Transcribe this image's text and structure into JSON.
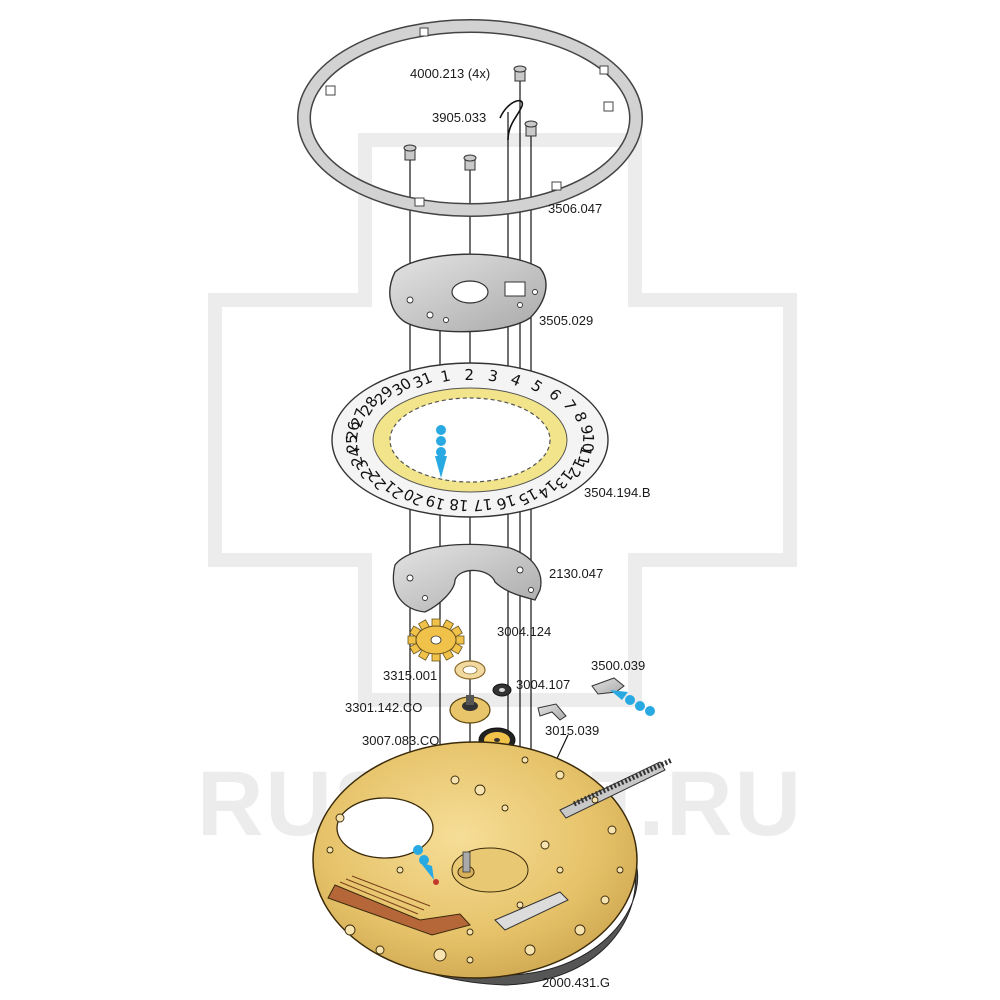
{
  "watermark": {
    "text": "RUSPART.RU",
    "symbol": "swiss-cross-outline"
  },
  "labels": [
    "4000.213 (4x)",
    "3905.033",
    "3506.047",
    "3505.029",
    "3504.194.B",
    "2130.047",
    "3004.124",
    "3315.001",
    "3500.039",
    "3004.107",
    "3301.142.CO",
    "3015.039",
    "3007.083.CO",
    "2000.431.G"
  ],
  "date_ring_numbers": [
    "1",
    "2",
    "3",
    "4",
    "5",
    "6",
    "7",
    "8",
    "9",
    "10",
    "11",
    "12",
    "13",
    "14",
    "15",
    "16",
    "17",
    "18",
    "19",
    "20",
    "21",
    "22",
    "23",
    "24",
    "25",
    "26",
    "27",
    "28",
    "29",
    "30",
    "31"
  ],
  "colors": {
    "plate_gold": "#e9c873",
    "plate_shadow": "#b8923e",
    "steel": "#c8c8c8",
    "date_ring_yellow": "#f2e48a",
    "lube_blue": "#29a9e1",
    "jewel_red": "#c0392b",
    "outline": "#222222"
  },
  "icons": [
    "oil-drop-icon"
  ]
}
